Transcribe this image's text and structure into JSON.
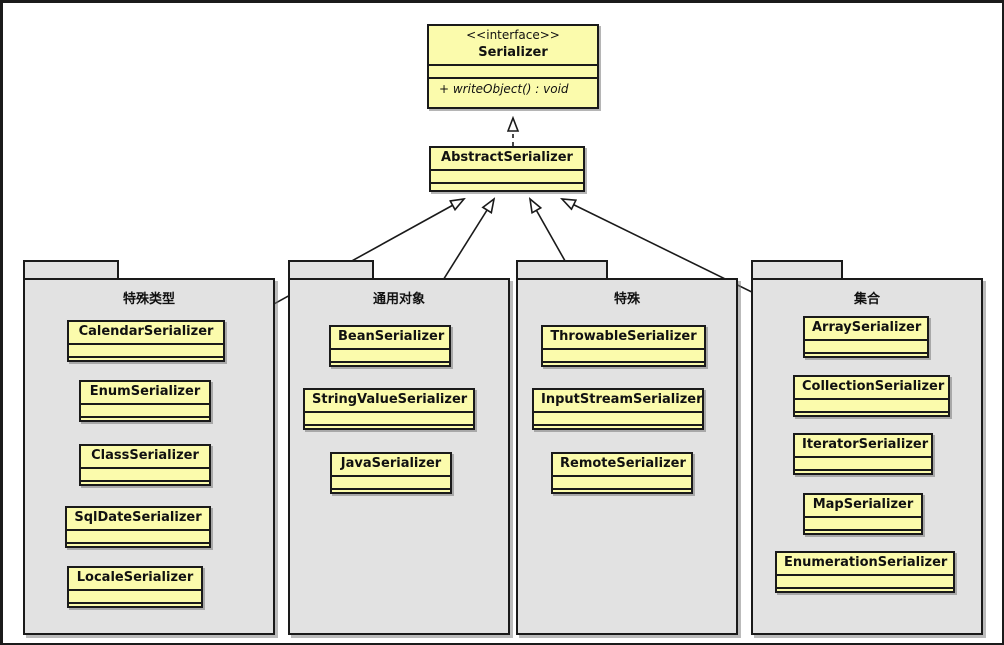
{
  "diagram": {
    "type": "uml-class-diagram",
    "title": "Serializer hierarchy",
    "colors": {
      "class_fill": "#fbfbac",
      "package_fill": "#e2e2e2",
      "stroke": "#1a1a1a",
      "canvas": "#ffffff"
    }
  },
  "interface": {
    "stereotype": "<<interface>>",
    "name": "Serializer",
    "operations": [
      "+ writeObject() : void"
    ]
  },
  "abstract_class": {
    "name": "AbstractSerializer",
    "attributes": [],
    "operations": []
  },
  "relationships": {
    "realization_label": "realization (dashed, hollow triangle)",
    "generalization_label": "generalization (solid, hollow triangle)",
    "edges": [
      {
        "from": "CalendarSerializer",
        "to": "AbstractSerializer",
        "kind": "generalization"
      },
      {
        "from": "BeanSerializer",
        "to": "AbstractSerializer",
        "kind": "generalization"
      },
      {
        "from": "ThrowableSerializer",
        "to": "AbstractSerializer",
        "kind": "generalization"
      },
      {
        "from": "ArraySerializer",
        "to": "AbstractSerializer",
        "kind": "generalization"
      },
      {
        "from": "AbstractSerializer",
        "to": "Serializer",
        "kind": "realization"
      }
    ]
  },
  "packages": [
    {
      "id": "special-types",
      "label": "特殊类型",
      "classes": [
        {
          "name": "CalendarSerializer"
        },
        {
          "name": "EnumSerializer"
        },
        {
          "name": "ClassSerializer"
        },
        {
          "name": "SqlDateSerializer"
        },
        {
          "name": "LocaleSerializer"
        }
      ]
    },
    {
      "id": "general-objects",
      "label": "通用对象",
      "classes": [
        {
          "name": "BeanSerializer"
        },
        {
          "name": "StringValueSerializer"
        },
        {
          "name": "JavaSerializer"
        }
      ]
    },
    {
      "id": "special",
      "label": "特殊",
      "classes": [
        {
          "name": "ThrowableSerializer"
        },
        {
          "name": "InputStreamSerializer"
        },
        {
          "name": "RemoteSerializer"
        }
      ]
    },
    {
      "id": "collections",
      "label": "集合",
      "classes": [
        {
          "name": "ArraySerializer"
        },
        {
          "name": "CollectionSerializer"
        },
        {
          "name": "IteratorSerializer"
        },
        {
          "name": "MapSerializer"
        },
        {
          "name": "EnumerationSerializer"
        }
      ]
    }
  ]
}
